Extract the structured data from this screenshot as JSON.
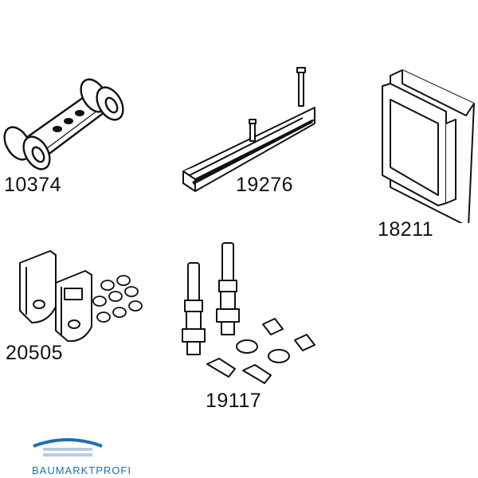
{
  "parts": [
    {
      "number": "10374"
    },
    {
      "number": "19276"
    },
    {
      "number": "18211"
    },
    {
      "number": "20505"
    },
    {
      "number": "19117"
    }
  ],
  "brand": {
    "name": "BAUMARKTPROFI",
    "color": "#1d6fb4"
  }
}
